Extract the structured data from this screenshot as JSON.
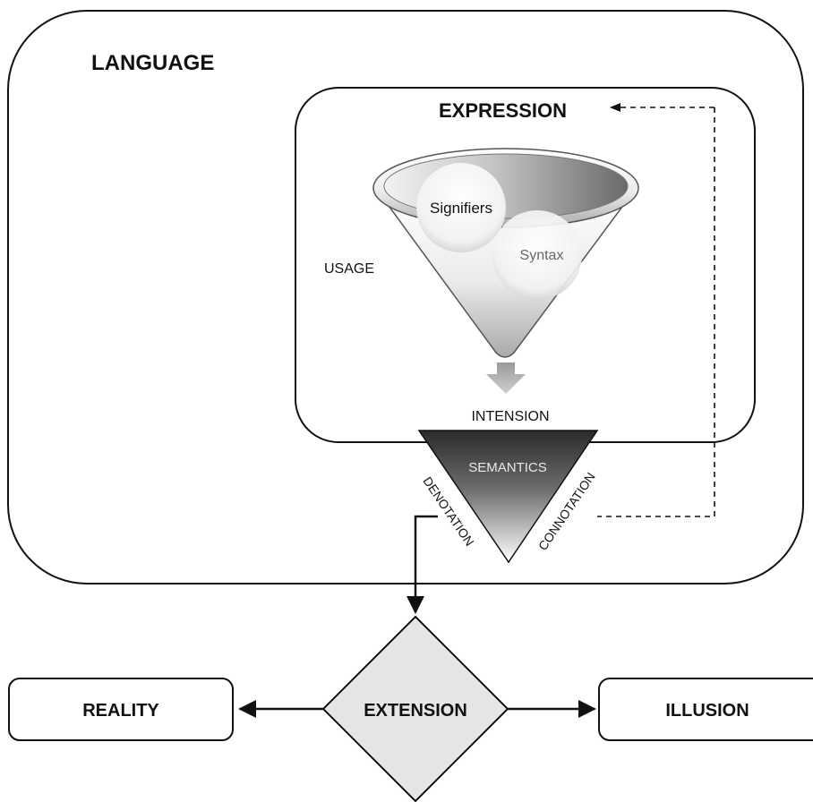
{
  "language": {
    "title": "LANGUAGE"
  },
  "expression": {
    "title": "EXPRESSION",
    "usage_label": "USAGE",
    "intension_label": "INTENSION"
  },
  "funnel": {
    "signifiers": "Signifiers",
    "syntax": "Syntax"
  },
  "semantics": {
    "title": "SEMANTICS",
    "denotation": "DENOTATION",
    "connotation": "CONNOTATION"
  },
  "outcomes": {
    "extension": "EXTENSION",
    "reality": "REALITY",
    "illusion": "ILLUSION"
  }
}
